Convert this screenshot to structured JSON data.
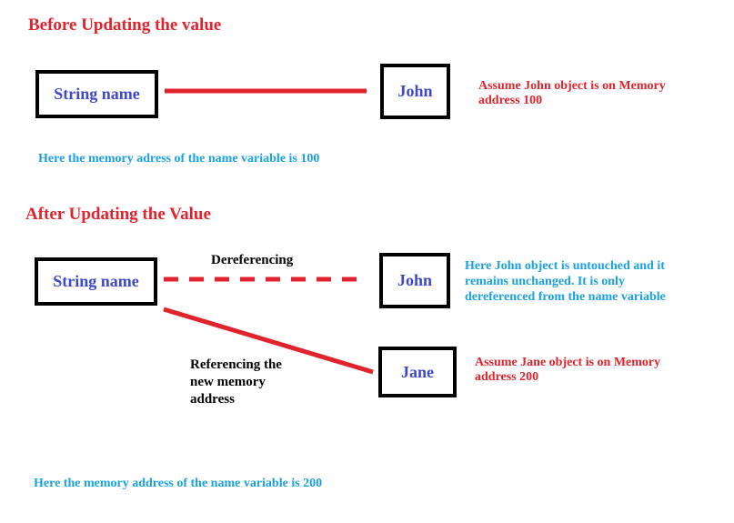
{
  "before": {
    "heading": "Before Updating the value",
    "variable_box": "String name",
    "object_box": "John",
    "object_note_line1": "Assume John object is on Memory",
    "object_note_line2": "address 100",
    "footer": "Here the memory adress of the name variable is 100"
  },
  "after": {
    "heading": "After Updating the Value",
    "variable_box": "String name",
    "old_object_box": "John",
    "new_object_box": "Jane",
    "dereferencing_label": "Dereferencing",
    "referencing_label_line1": "Referencing the",
    "referencing_label_line2": "new memory",
    "referencing_label_line3": "address",
    "old_object_note_line1": "Here John object is untouched and it",
    "old_object_note_line2": "remains unchanged. It is only",
    "old_object_note_line3": "dereferenced from the name variable",
    "new_object_note_line1": "Assume Jane object is on Memory",
    "new_object_note_line2": "address 200",
    "footer": "Here the memory address of the name variable is 200"
  },
  "colors": {
    "heading": "#e0232c",
    "connector": "#e0232c",
    "box_text": "#3f48cc",
    "note_blue": "#1ba1e2",
    "box_border": "#000000"
  }
}
